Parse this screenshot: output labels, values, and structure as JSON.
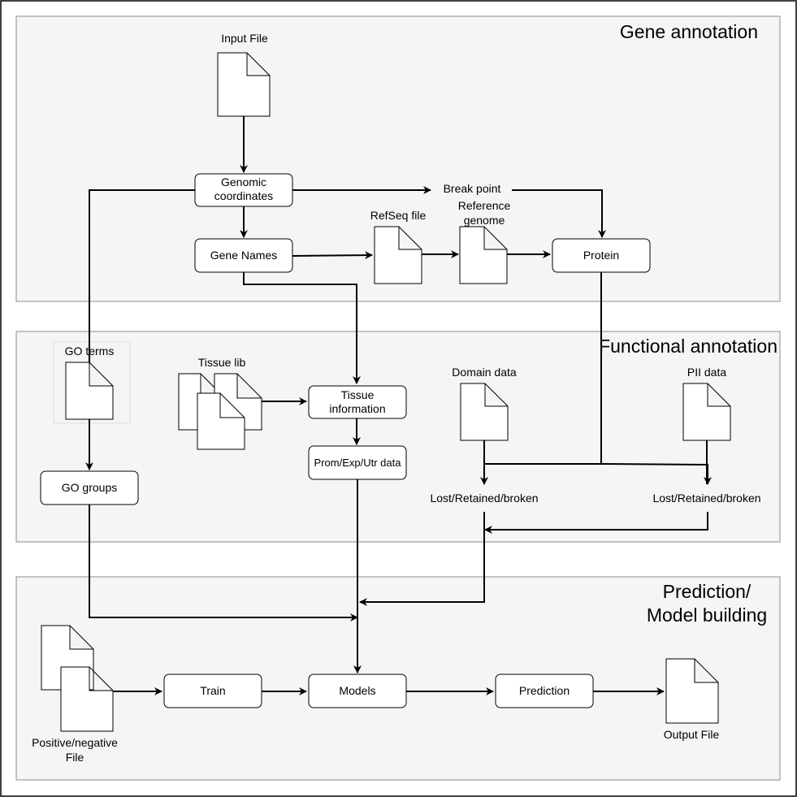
{
  "sections": {
    "gene_annotation": "Gene annotation",
    "functional_annotation": "Functional annotation",
    "prediction_line1": "Prediction/",
    "prediction_line2": "Model building"
  },
  "nodes": {
    "genomic_line1": "Genomic",
    "genomic_line2": "coordinates",
    "gene_names": "Gene Names",
    "protein": "Protein",
    "tissue_line1": "Tissue",
    "tissue_line2": "information",
    "prom_exp_utr": "Prom/Exp/Utr data",
    "go_groups": "GO groups",
    "train": "Train",
    "models": "Models",
    "prediction": "Prediction"
  },
  "labels": {
    "input_file": "Input File",
    "break_point": "Break point",
    "refseq_file": "RefSeq file",
    "reference_line1": "Reference",
    "reference_line2": "genome",
    "go_terms": "GO terms",
    "tissue_lib": "Tissue lib",
    "domain_data": "Domain data",
    "pii_data": "PII data",
    "lost_retained_1": "Lost/Retained/broken",
    "lost_retained_2": "Lost/Retained/broken",
    "posneg_line1": "Positive/negative",
    "posneg_line2": "File",
    "output_file": "Output File"
  }
}
